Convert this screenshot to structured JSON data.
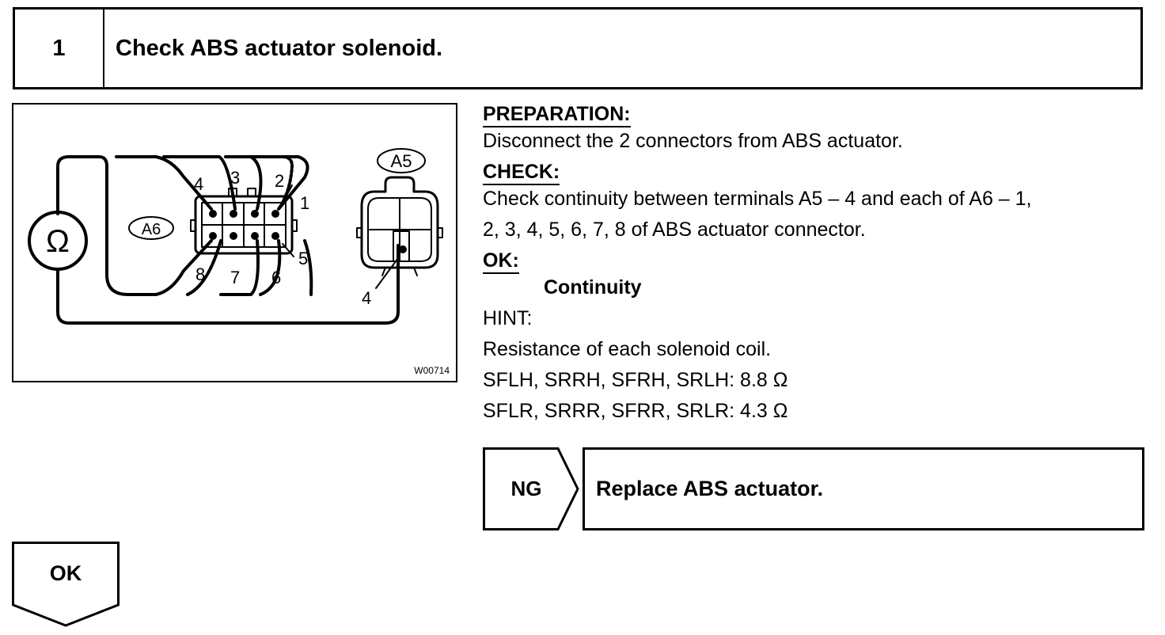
{
  "step": {
    "number": "1",
    "title": "Check ABS actuator solenoid."
  },
  "figure": {
    "code": "W00714",
    "ohm_symbol": "Ω",
    "connector_a6": "A6",
    "connector_a5": "A5",
    "a6_pins": [
      "1",
      "2",
      "3",
      "4",
      "5",
      "6",
      "7",
      "8"
    ],
    "a5_pin": "4"
  },
  "content": {
    "preparation_heading": "PREPARATION:",
    "preparation_text": "Disconnect the 2 connectors from ABS actuator.",
    "check_heading": "CHECK:",
    "check_text_line1": "Check continuity between terminals A5 – 4 and each of A6 – 1,",
    "check_text_line2": "2, 3, 4, 5, 6, 7, 8 of ABS actuator connector.",
    "ok_heading": "OK:",
    "ok_value": "Continuity",
    "hint_heading": "HINT:",
    "hint_line1": "Resistance of each solenoid coil.",
    "hint_line2": "SFLH, SRRH, SFRH, SRLH: 8.8 Ω",
    "hint_line3": "SFLR, SRRR, SFRR, SRLR: 4.3 Ω"
  },
  "ng": {
    "label": "NG",
    "action": "Replace ABS actuator."
  },
  "ok_flow": {
    "label": "OK"
  }
}
